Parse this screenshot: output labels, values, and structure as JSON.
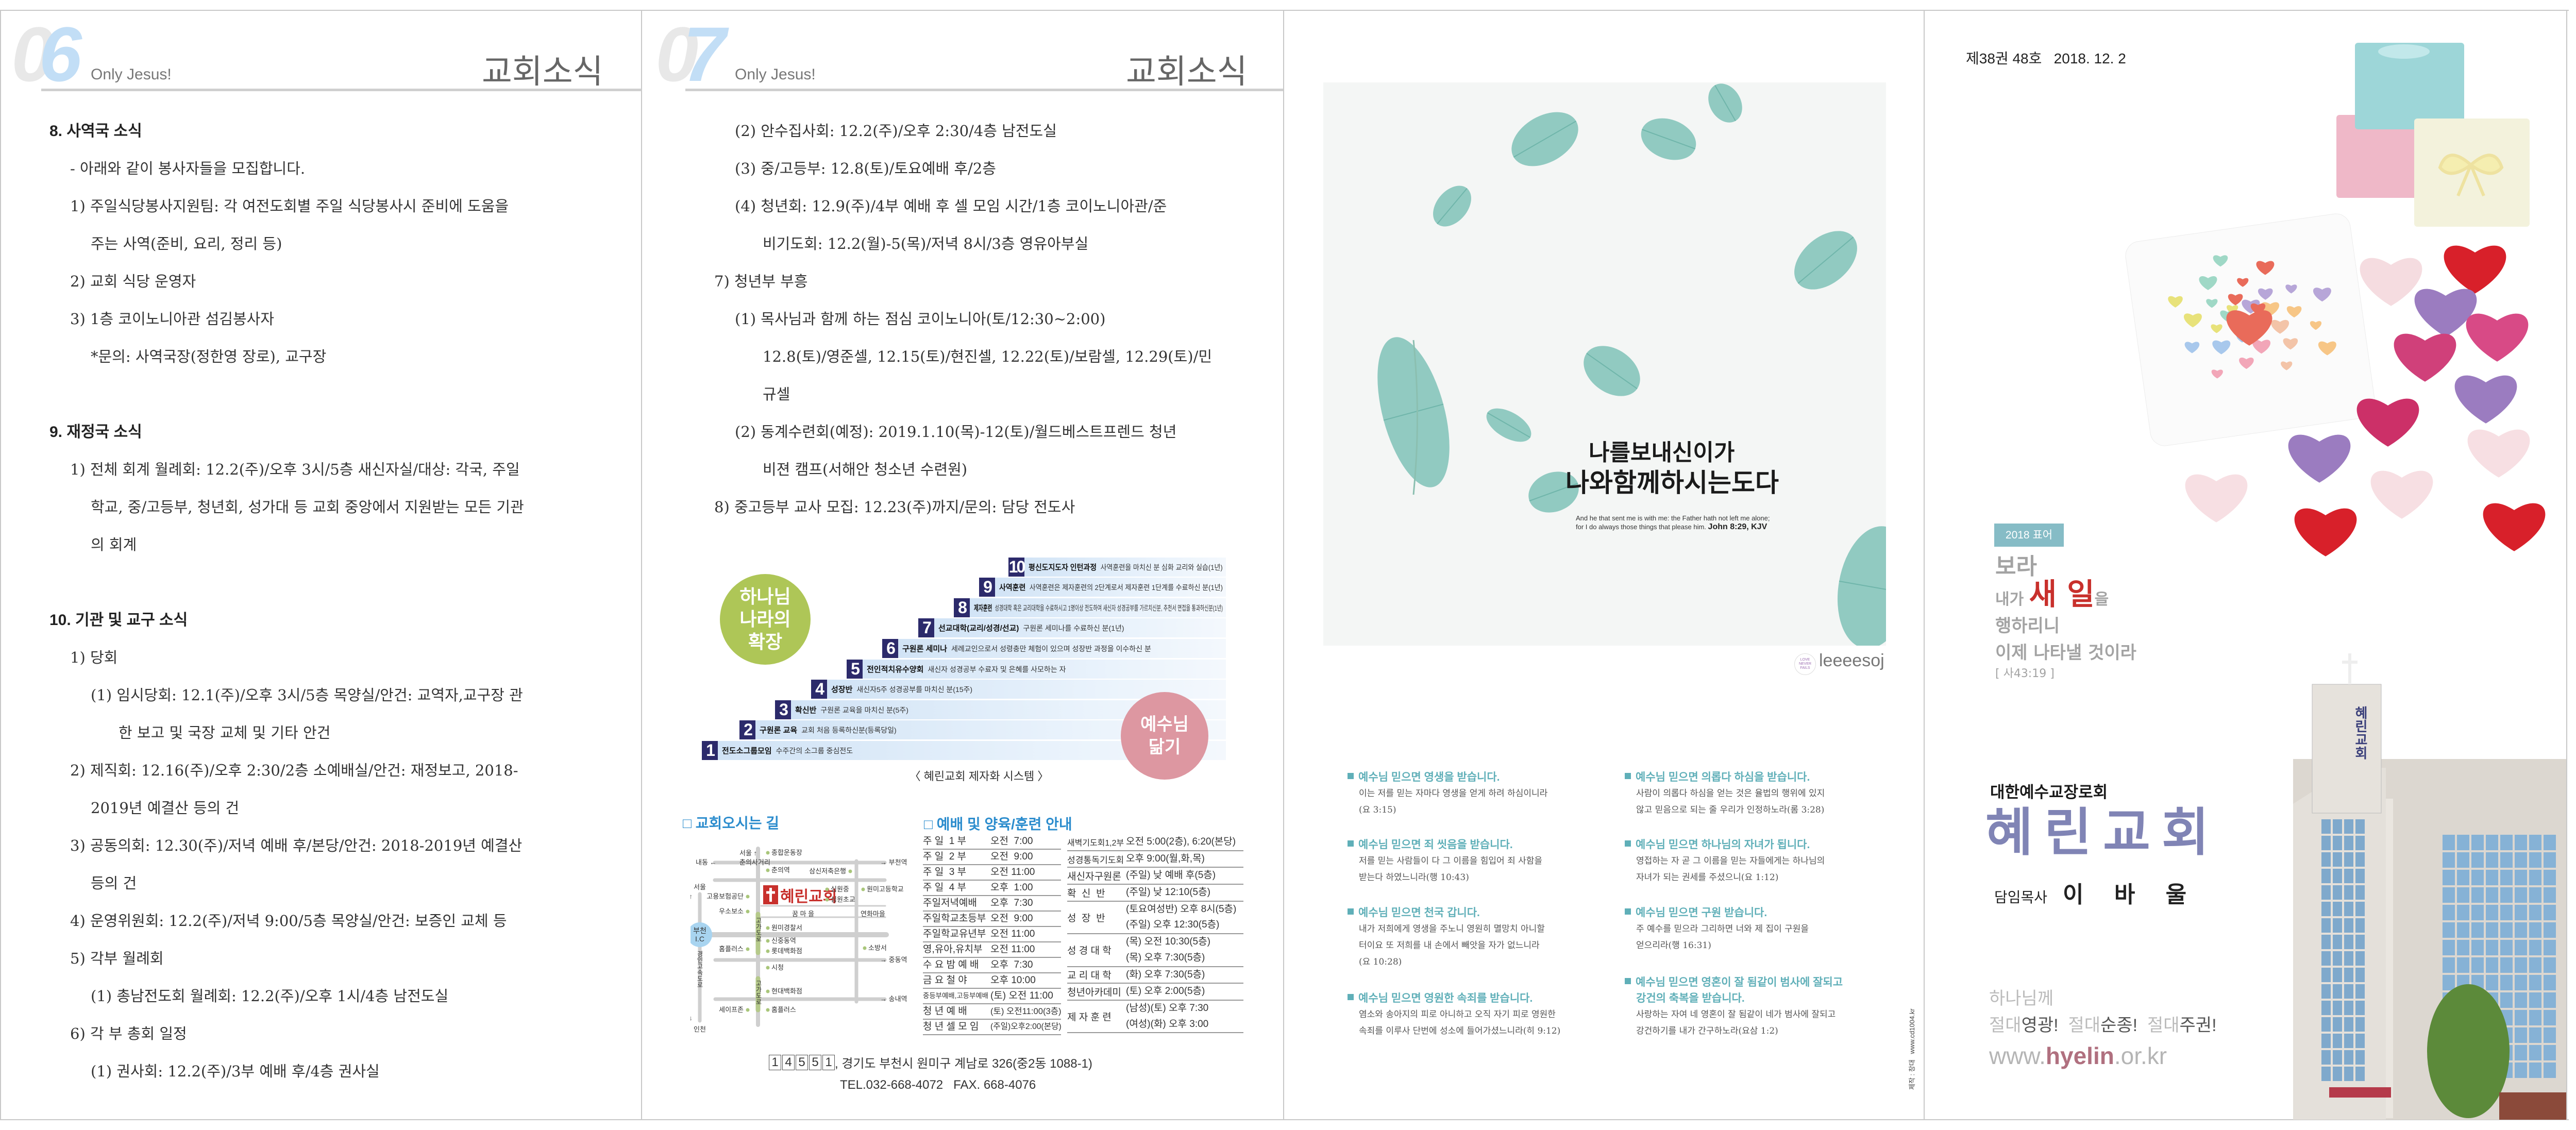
{
  "colors": {
    "accent_blue": "#2b8ccd",
    "step_navy": "#2c2a6b",
    "green_circle": "#aec657",
    "pink_circle": "#dd97a1",
    "promise_teal": "#5fafb8",
    "church_purple": "#8084b5",
    "website_rose": "#b0707f",
    "motto_red": "#c8302c",
    "badge_teal": "#86bcc6"
  },
  "page06": {
    "number_a": "0",
    "number_b": "6",
    "tagline": "Only Jesus!",
    "title": "교회소식",
    "s8": {
      "heading": "8. 사역국 소식",
      "lines": [
        "- 아래와 같이 봉사자들을 모집합니다.",
        "1) 주일식당봉사지원팀: 각 여전도회별 주일 식당봉사시 준비에 도움을",
        "주는 사역(준비, 요리, 정리 등)",
        "2) 교회 식당 운영자",
        "3) 1층 코이노니아관 섬김봉사자",
        "*문의: 사역국장(정한영 장로), 교구장"
      ]
    },
    "s9": {
      "heading": "9. 재정국 소식",
      "lines": [
        "1) 전체 회계 월례회: 12.2(주)/오후 3시/5층 새신자실/대상: 각국, 주일",
        "학교, 중/고등부, 청년회, 성가대 등 교회 중앙에서 지원받는 모든 기관",
        "의 회계"
      ]
    },
    "s10": {
      "heading": "10. 기관 및 교구 소식",
      "lines": [
        "1) 당회",
        "(1) 임시당회: 12.1(주)/오후 3시/5층 목양실/안건: 교역자,교구장 관",
        "한 보고 및 국장 교체 및 기타 안건",
        "2) 제직회: 12.16(주)/오후 2:30/2층 소예배실/안건: 재정보고, 2018-",
        "2019년 예결산 등의 건",
        "3) 공동의회: 12.30(주)/저녁 예배 후/본당/안건: 2018-2019년 예결산",
        "등의 건",
        "4) 운영위원회: 12.2(주)/저녁 9:00/5층 목양실/안건: 보증인 교체 등",
        "5) 각부 월례회",
        "(1) 총남전도회 월례회: 12.2(주)/오후 1시/4층 남전도실",
        "6) 각 부 총회 일정",
        "(1) 권사회: 12.2(주)/3부 예배 후/4층 권사실"
      ]
    }
  },
  "page07": {
    "number_a": "0",
    "number_b": "7",
    "tagline": "Only Jesus!",
    "title": "교회소식",
    "lines": [
      "(2) 안수집사회: 12.2(주)/오후 2:30/4층 남전도실",
      "(3) 중/고등부: 12.8(토)/토요예배 후/2층",
      "(4) 청년회: 12.9(주)/4부 예배 후 셀 모임 시간/1층 코이노니아관/준",
      "비기도회: 12.2(월)-5(목)/저녁 8시/3층 영유아부실",
      "7) 청년부 부흥",
      "(1) 목사님과 함께 하는 점심 코이노니아(토/12:30~2:00)",
      "12.8(토)/영준셀, 12.15(토)/현진셀, 12.22(토)/보람셀, 12.29(토)/민",
      "규셀",
      "(2) 동계수련회(예정): 2019.1.10(목)-12(토)/월드베스트프렌드 청년",
      "비젼 캠프(서해안 청소년 수련원)",
      "8) 중고등부 교사 모집: 12.23(주)까지/문의: 담당 전도사"
    ]
  },
  "discipleship": {
    "left_circle": [
      "하나님",
      "나라의",
      "확장"
    ],
    "right_circle": [
      "예수님",
      "닮기"
    ],
    "caption": "〈 혜린교회 제자화 시스템 〉",
    "steps": [
      {
        "num": "1",
        "title": "전도소그룹모임",
        "desc": "수주간의 소그룹 중심전도"
      },
      {
        "num": "2",
        "title": "구원론 교육",
        "desc": "교회 처음 등록하신분(등록당일)"
      },
      {
        "num": "3",
        "title": "확신반",
        "desc": "구원론 교육을 마치신 분(5주)"
      },
      {
        "num": "4",
        "title": "성장반",
        "desc": "새신자5주 성경공부를 마치신 분(15주)"
      },
      {
        "num": "5",
        "title": "전인적치유수양회",
        "desc": "새신자 성경공부 수료자 및 은혜를 사모하는 자"
      },
      {
        "num": "6",
        "title": "구원론 세미나",
        "desc": "세례교인으로서 성령충만 체험이 있으며 성장반 과정을 이수하신 분"
      },
      {
        "num": "7",
        "title": "선교대학(교리/성경/선교)",
        "desc": "구원론 세미나를 수료하신 분(1년)"
      },
      {
        "num": "8",
        "title": "제자훈련",
        "desc": "성경대학 혹은 교리대학을 수료하시고 1명이상 전도하여 새신자 성경공부를 가르치신분, 추천서 면접을 통과하신분(1년)"
      },
      {
        "num": "9",
        "title": "사역훈련",
        "desc": "사역훈련은 제자훈련의 2단계로서 제자훈련 1단계를 수료하신 분(1년)"
      },
      {
        "num": "10",
        "title": "평신도지도자 인턴과정",
        "desc": "사역훈련을 마치신 분 심화 교리와 실습(1년)"
      }
    ]
  },
  "directions": {
    "title": "□ 교회오시는 길",
    "church_label": "혜린교회",
    "ic_label": [
      "부천",
      "I.C"
    ],
    "labels": [
      "서울 ↑",
      "춘의사거리",
      "종합운동장",
      "내동 ←",
      "→ 부천역",
      "춘의역",
      "삼신저축은행",
      "서울",
      "고용보험공단",
      "심원중",
      "심원초교",
      "원미고등학교",
      "우소보소",
      "꿈 마 을",
      "연화마을",
      "원미경찰서",
      "신중동역",
      "홈플러스",
      "롯데백화점",
      "소방서",
      "→ 중동역",
      "시청",
      "현대백화점",
      "→ 송내역",
      "세이프존",
      "홈플러스",
      "인천",
      "경인고속도로",
      "고가도로",
      "고가도로",
      "↑",
      "↓"
    ]
  },
  "schedule": {
    "title": "□ 예배 및 양육/훈련 안내",
    "left": [
      [
        "주 일  1 부",
        "오전  7:00"
      ],
      [
        "주 일  2 부",
        "오전  9:00"
      ],
      [
        "주 일  3 부",
        "오전 11:00"
      ],
      [
        "주 일  4 부",
        "오후  1:00"
      ],
      [
        "주일저녁예배",
        "오후  7:30"
      ],
      [
        "주일학교초등부",
        "오전  9:00"
      ],
      [
        "주일학교유년부",
        "오전 11:00"
      ],
      [
        "영,유아,유치부",
        "오전 11:00"
      ],
      [
        "수 요 밤 예 배",
        "오후  7:30"
      ],
      [
        "금 요 철 야",
        "오후 10:00"
      ],
      [
        "중등부예배,고등부예배",
        "(토) 오전 11:00"
      ],
      [
        "청 년 예 배",
        "(토) 오전11:00(3층)"
      ],
      [
        "청 년 셀 모 임",
        "(주일)오후2:00(본당)"
      ]
    ],
    "right": [
      {
        "label": "새벽기도회1,2부",
        "values": [
          "오전 5:00(2층), 6:20(본당)"
        ]
      },
      {
        "label": "성경통독기도회",
        "values": [
          "오후 9:00(월,화,목)"
        ]
      },
      {
        "label": "새신자구원론",
        "values": [
          "(주일) 낮 예배 후(5층)"
        ]
      },
      {
        "label": "확  신  반",
        "values": [
          "(주일) 낮 12:10(5층)"
        ]
      },
      {
        "label": "성  장  반",
        "values": [
          "(토요여성반) 오후 8시(5층)",
          "(주일) 오후 12:30(5층)"
        ]
      },
      {
        "label": "성 경 대 학",
        "values": [
          "(목) 오전 10:30(5층)",
          "(목) 오후 7:30(5층)"
        ]
      },
      {
        "label": "교 리 대 학",
        "values": [
          "(화) 오후 7:30(5층)"
        ]
      },
      {
        "label": "청년아카데미",
        "values": [
          "(토) 오후 2:00(5층)"
        ]
      },
      {
        "label": "제 자 훈 련",
        "values": [
          "(남성)(토) 오후 7:30",
          "(여성)(화) 오후 3:00"
        ]
      }
    ]
  },
  "contact": {
    "postal_digits": [
      "1",
      "4",
      "5",
      "5",
      "1"
    ],
    "address": ", 경기도 부천시 원미구 계남로 326(중2동 1088-1)",
    "tel": "TEL.032-668-4072   FAX. 668-4076"
  },
  "verse_card": {
    "calligraphy": [
      "나를보내신이가",
      "나와함께하시는도다"
    ],
    "english": [
      "And he that sent me is with me: the Father hath not left me alone;",
      "for I do always those things that please him."
    ],
    "reference": "John 8:29, KJV",
    "logo_text": [
      "LOVE",
      "NEVER",
      "FAILS"
    ],
    "artist": "leeeesoj"
  },
  "promises": {
    "left": [
      {
        "heading": [
          "예수님 믿으면 영생을 받습니다."
        ],
        "body": [
          "이는 저를 믿는 자마다 영생을 얻게 하려 하심이니라",
          "(요 3:15)"
        ]
      },
      {
        "heading": [
          "예수님 믿으면 죄 씻음을 받습니다."
        ],
        "body": [
          "저를 믿는 사람들이 다 그 이름을 힘입어 죄 사함을",
          "받는다 하였느니라(행 10:43)"
        ]
      },
      {
        "heading": [
          "예수님 믿으면 천국 갑니다."
        ],
        "body": [
          "내가 저희에게 영생을 주노니 영원히 멸망치 아니할",
          "터이요 또 저희를 내 손에서 빼앗을 자가 없느니라",
          "(요 10:28)"
        ]
      },
      {
        "heading": [
          "예수님 믿으면 영원한 속죄를 받습니다."
        ],
        "body": [
          "염소와 송아지의 피로 아니하고 오직 자기 피로 영원한",
          "속죄를 이루사 단번에 성소에 들어가셨느니라(히 9:12)"
        ]
      }
    ],
    "right": [
      {
        "heading": [
          "예수님 믿으면 의롭다 하심을 받습니다."
        ],
        "body": [
          "사람이 의롭다 하심을 얻는 것은 율법의 행위에 있지",
          "않고 믿음으로 되는 줄 우리가 인정하노라(롬 3:28)"
        ]
      },
      {
        "heading": [
          "예수님 믿으면 하나님의 자녀가 됩니다."
        ],
        "body": [
          "영접하는 자 곧 그 이름을 믿는 자들에게는 하나님의",
          "자녀가 되는 권세를 주셨으니(요 1:12)"
        ]
      },
      {
        "heading": [
          "예수님 믿으면 구원 받습니다."
        ],
        "body": [
          "주 예수를 믿으라 그리하면 너와 제 집이 구원을",
          "얻으리라(행 16:31)"
        ]
      },
      {
        "heading": [
          "예수님 믿으면 영혼이 잘 됨같이 범사에 잘되고",
          "강건의 축복을 받습니다."
        ],
        "body": [
          "사랑하는 자여 네 영혼이 잘 됨같이 네가 범사에 잘되고",
          "강건하기를 내가 간구하노라(요삼 1:2)"
        ]
      }
    ]
  },
  "credit": "제작 : 창대   www.cd1004.kr",
  "cover": {
    "issue": "제38권 48호   2018. 12. 2",
    "motto_badge": "2018 표어",
    "motto": {
      "line1": "보라",
      "line2_pre": "내가",
      "line2_highlight": "새 일",
      "line2_post": "을",
      "line3": "행하리니",
      "line4": "이제 나타낼 것이라",
      "ref": "[ 사43:19 ]"
    },
    "denomination": "대한예수교장로회",
    "church_name": "혜린교회",
    "pastor_title": "담임목사",
    "pastor_name": "이 바 울",
    "slogan_line1": "하나님께",
    "slogan": [
      {
        "pre": "절대",
        "word": "영광!"
      },
      {
        "pre": "절대",
        "word": "순종!"
      },
      {
        "pre": "절대",
        "word": "주권!"
      }
    ],
    "website": {
      "pre": "www.",
      "main": "hyelin",
      "post": ".or.kr"
    },
    "tower_sign": "혜린교회"
  }
}
